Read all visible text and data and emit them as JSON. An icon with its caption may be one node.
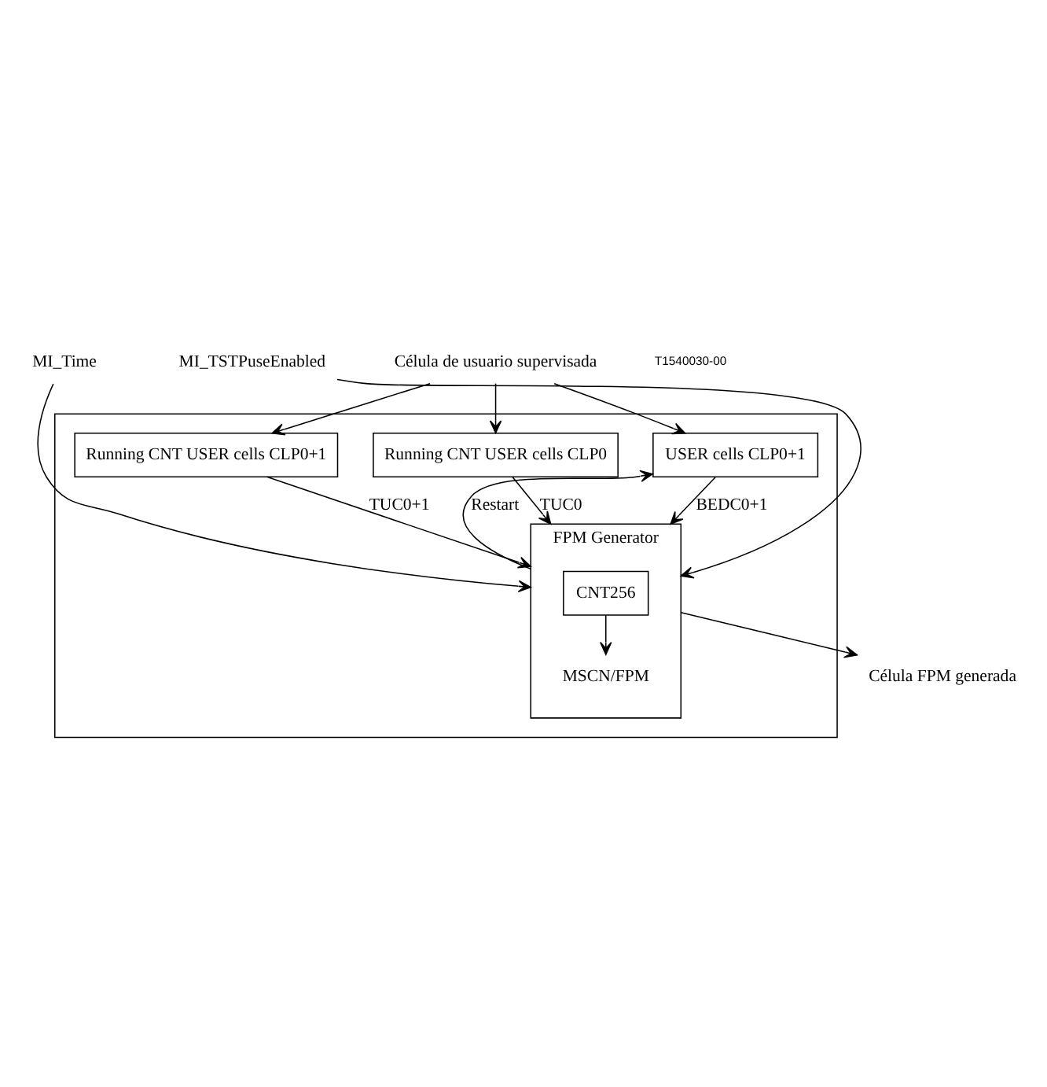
{
  "diagram": {
    "nodes": [
      {
        "text": [],
        "shape": "box"
      },
      {
        "text": [
          "Célula de usuario supervisada"
        ]
      },
      {
        "text": [
          "Running CNT USER cells CLP0+1"
        ],
        "in": 0
      },
      {
        "text": [
          "Running CNT USER cells CLP0"
        ],
        "in": 0
      },
      {
        "text": [
          "USER cells CLP0+1"
        ],
        "in": 0
      },
      {
        "text": [
          "FPM Generator"
        ],
        "in": 0
      },
      {
        "text": [
          "MSCN/FPM"
        ],
        "in": 5
      },
      {
        "text": [
          "CNT256"
        ],
        "in": 5
      },
      {
        "text": [
          "MI_Time"
        ]
      },
      {
        "text": [
          "MI_TSTPuseEnabled"
        ]
      },
      {
        "text": [
          "Célula FPM generada"
        ]
      }
    ],
    "edges": [
      {
        "from": 1,
        "to": 2,
        "arrow": "to"
      },
      {
        "from": 1,
        "to": 3,
        "arrow": "to"
      },
      {
        "from": 1,
        "to": 4,
        "arrow": "to"
      },
      {
        "from": 2,
        "to": 5,
        "arrow": "to",
        "label": "TUC0+1"
      },
      {
        "from": 3,
        "to": 5,
        "arrow": "to",
        "label": "TUC0"
      },
      {
        "from": 4,
        "to": 5,
        "arrow": "to",
        "label": "BEDC0+1"
      },
      {
        "from": 5,
        "to": 4,
        "arrow": "to",
        "label": "Restart"
      },
      {
        "from": 7,
        "to": 6,
        "arrow": "to"
      },
      {
        "from": 8,
        "to": 5,
        "arrow": "to"
      },
      {
        "from": 9,
        "to": 5,
        "arrow": "to"
      },
      {
        "from": 5,
        "to": 10,
        "arrow": "to"
      }
    ],
    "labels": [
      "T1540030-00"
    ]
  }
}
